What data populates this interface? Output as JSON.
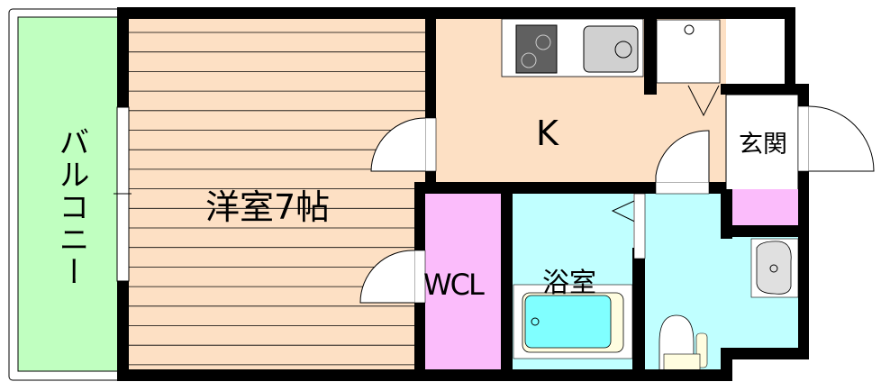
{
  "rooms": {
    "balcony": "バルコニー",
    "western_room": "洋室7帖",
    "kitchen": "K",
    "entrance": "玄関",
    "closet": "WCL",
    "bathroom": "浴室"
  },
  "colors": {
    "wall": "#000000",
    "balcony": "#c0ffc0",
    "floor_wood": "#fde0c4",
    "kitchen": "#fde0c4",
    "closet": "#fbbcfb",
    "wet_area": "#c0ffff",
    "bathtub": "#80ffff"
  }
}
